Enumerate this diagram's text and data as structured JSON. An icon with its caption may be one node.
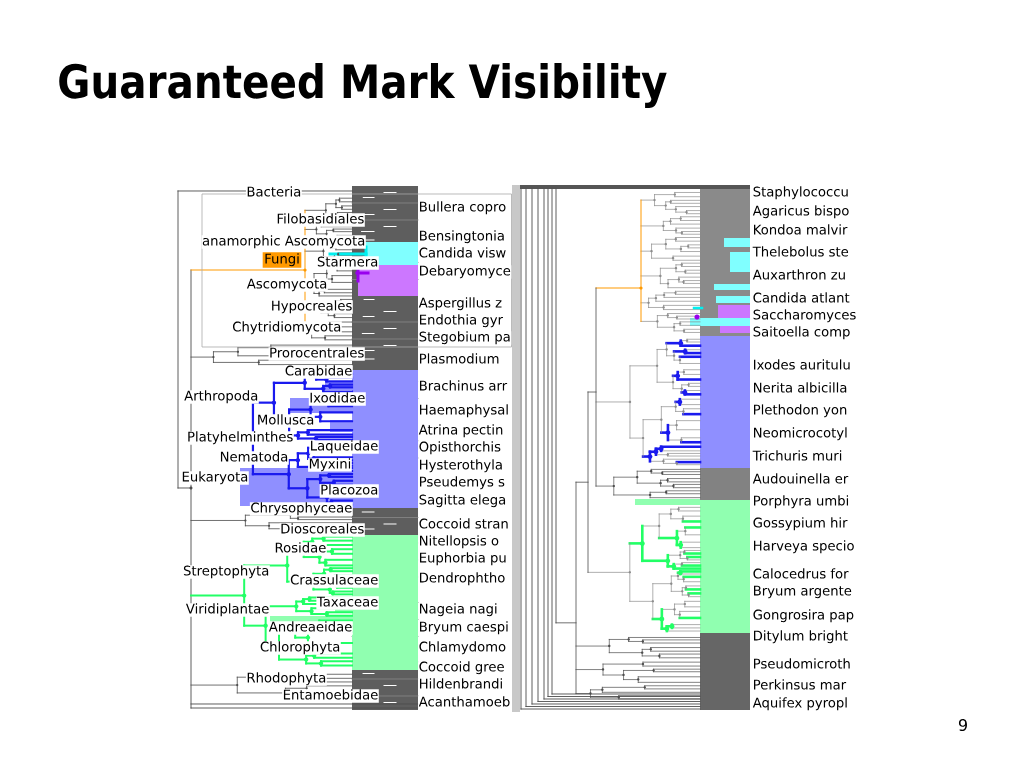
{
  "diagram": {
    "title": "Guaranteed Mark Visibility",
    "nodes": [
      {
        "text": [
          "Fungi"
        ]
      }
    ],
    "labels": [
      "Bacteria",
      "Filobasidiales",
      "anamorphic Ascomycota",
      "Starmera",
      "Ascomycota",
      "Hypocreales",
      "Chytridiomycota",
      "Prorocentrales",
      "Carabidae",
      "Arthropoda",
      "Ixodidae",
      "Mollusca",
      "Platyhelminthes",
      "Laqueidae",
      "Nematoda",
      "Myxini",
      "Eukaryota",
      "Placozoa",
      "Chrysophyceae",
      "Dioscoreales",
      "Rosidae",
      "Streptophyta",
      "Crassulaceae",
      "Taxaceae",
      "Viridiplantae",
      "Andreaeidae",
      "Chlorophyta",
      "Rhodophyta",
      "Entamoebidae",
      "Bullera copro",
      "Bensingtonia",
      "Candida visw",
      "Debaryomyce",
      "Aspergillus z",
      "Endothia gyr",
      "Stegobium pa",
      "Plasmodium",
      "Brachinus arr",
      "Haemaphysal",
      "Atrina pectin",
      "Opisthorchis",
      "Hysterothyla",
      "Pseudemys s",
      "Sagitta elega",
      "Coccoid stran",
      "Nitellopsis o",
      "Euphorbia pu",
      "Dendrophtho",
      "Nageia nagi",
      "Bryum caespi",
      "Chlamydomo",
      "Coccoid gree",
      "Hildenbrandi",
      "Acanthamoeb",
      "Staphylococcu",
      "Agaricus bispo",
      "Kondoa malvir",
      "Thelebolus ste",
      "Auxarthron zu",
      "Candida atlant",
      "Saccharomyces",
      "Saitoella comp",
      "Ixodes auritulu",
      "Nerita albicilla",
      "Plethodon yon",
      "Neomicrocotyl",
      "Trichuris muri",
      "Audouinella er",
      "Porphyra umbi",
      "Gossypium hir",
      "Harveya specio",
      "Calocedrus for",
      "Bryum argente",
      "Gongrosira pap",
      "Ditylum bright",
      "Pseudomicroth",
      "Perkinsus mar",
      "Aquifex pyropl",
      "9"
    ]
  }
}
